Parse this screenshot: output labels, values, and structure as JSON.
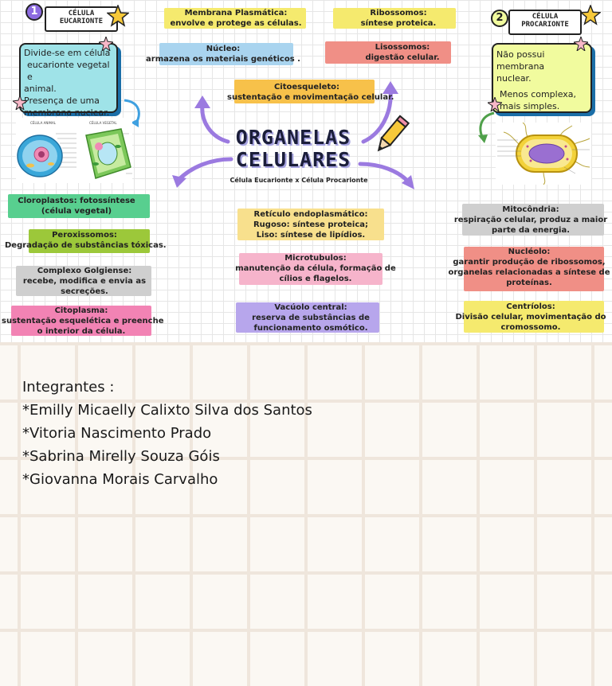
{
  "left_panel": {
    "number": "1",
    "title_line1": "CÉLULA",
    "title_line2": "EUCARIONTE",
    "desc_lines": [
      "Divide-se em célula",
      "eucarionte vegetal e",
      "animal.",
      "Presença de uma",
      "membrana nuclear."
    ],
    "image_label": "eukaryotic-cell-diagrams"
  },
  "right_panel": {
    "number": "2",
    "title_line1": "CÉLULA",
    "title_line2": "PROCARIONTE",
    "desc_lines": [
      "Não possui membrana",
      "nuclear.",
      "Menos complexa,",
      "mais simples."
    ],
    "image_label": "prokaryotic-cell-diagram"
  },
  "title": {
    "line1": "ORGANELAS",
    "line2": "CELULARES",
    "subtitle": "Célula Eucarionte x Célula Procarionte"
  },
  "organelles": {
    "membrana": [
      "Membrana Plasmática:",
      "envolve e protege as células."
    ],
    "ribossomos": [
      "Ribossomos:",
      "síntese proteica."
    ],
    "nucleo": [
      "Núcleo:",
      "armazena os materiais genéticos ."
    ],
    "lisossomos": [
      "Lisossomos:",
      "digestão celular."
    ],
    "citoesqueleto": [
      "Citoesqueleto:",
      "sustentação e movimentação celular."
    ],
    "cloroplastos": [
      "Cloroplastos: fotossíntese",
      "(célula vegetal)"
    ],
    "peroxissomos": [
      "Peroxissomos:",
      "Degradação de substâncias tóxicas."
    ],
    "golgi": [
      "Complexo Golgiense:",
      "recebe, modifica e envia as",
      "secreções."
    ],
    "citoplasma": [
      "Citoplasma:",
      "sustentação esquelética e preenche",
      "o interior da célula."
    ],
    "reticulo": [
      "Retículo endoplasmático:",
      "Rugoso: síntese proteica;",
      "Liso: síntese de lipídios."
    ],
    "microtubulos": [
      "Microtubulos:",
      "manutenção da célula, formação de",
      "cílios e flagelos."
    ],
    "vacuolo": [
      "Vacúolo central:",
      "reserva de substâncias de",
      "funcionamento osmótico."
    ],
    "mitocondria": [
      "Mitocôndria:",
      "respiração celular, produz a maior",
      "parte da energia."
    ],
    "nucleolo": [
      "Nucléolo:",
      "garantir produção de ribossomos,",
      "organelas relacionadas a síntese de",
      "proteínas."
    ],
    "centriolos": [
      "Centríolos:",
      "Divisão celular, movimentação do",
      "cromossomo."
    ]
  },
  "members": {
    "heading": "Integrantes :",
    "names": [
      "*Emilly Micaelly Calixto Silva dos Santos",
      "*Vitoria Nascimento Prado",
      "*Sabrina Mirelly Souza Góis",
      "*Giovanna Morais Carvalho"
    ]
  },
  "colors": {
    "yellow": "#f5ea6e",
    "blue": "#a9d4ef",
    "orange": "#f7c14a",
    "red": "#f08f86",
    "green": "#58cf8f",
    "olive": "#9cc83a",
    "gray": "#cfcfcf",
    "pink": "#f283b4",
    "cream": "#f8e08d",
    "lightpink": "#f6b4cb",
    "lavender": "#b7a6ec",
    "eucar_box": "#9fe3e8",
    "procar_box": "#f1fb9e",
    "arrow": "#9b7ae0",
    "shadow": "#1b6fa8"
  }
}
